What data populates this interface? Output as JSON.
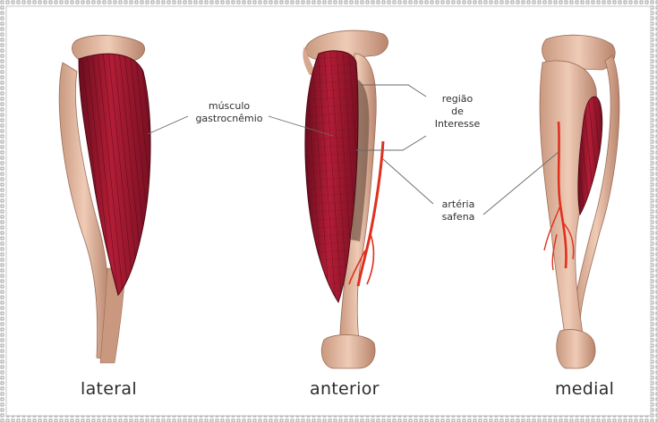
{
  "views": {
    "lateral": "lateral",
    "anterior": "anterior",
    "medial": "medial"
  },
  "callouts": {
    "muscle": [
      "músculo",
      "gastrocnêmio"
    ],
    "region": [
      "região",
      "de",
      "Interesse"
    ],
    "artery": [
      "artéria",
      "safena"
    ]
  },
  "colors": {
    "border": "#9a9a9a",
    "bone": "#e2b7a0",
    "bone_shadow": "#b98a72",
    "muscle": "#a3182f",
    "muscle_dark": "#5e0b1a",
    "artery": "#e0301e",
    "leader": "#6a6a6a"
  }
}
